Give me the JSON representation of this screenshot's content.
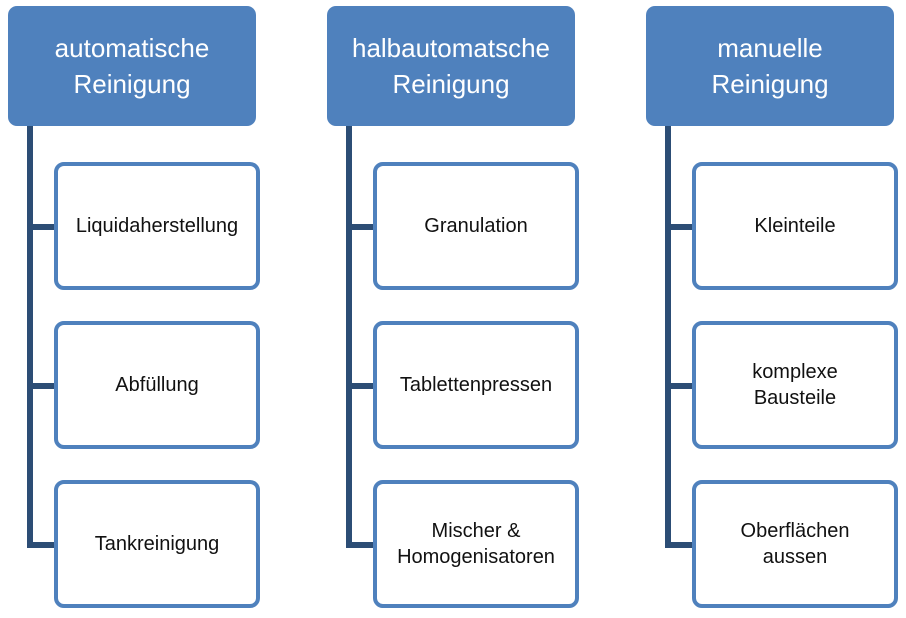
{
  "columns": [
    {
      "header": "automatische\nReinigung",
      "items": [
        "Liquidaherstellung",
        "Abfüllung",
        "Tankreinigung"
      ]
    },
    {
      "header": "halbautomatsche\nReinigung",
      "items": [
        "Granulation",
        "Tablettenpressen",
        "Mischer &\nHomogenisatoren"
      ]
    },
    {
      "header": "manuelle\nReinigung",
      "items": [
        "Kleinteile",
        "komplexe\nBausteile",
        "Oberflächen\naussen"
      ]
    }
  ],
  "colors": {
    "header_fill": "#4f81bd",
    "box_border": "#4f81bd",
    "connector": "#2c4d75"
  }
}
